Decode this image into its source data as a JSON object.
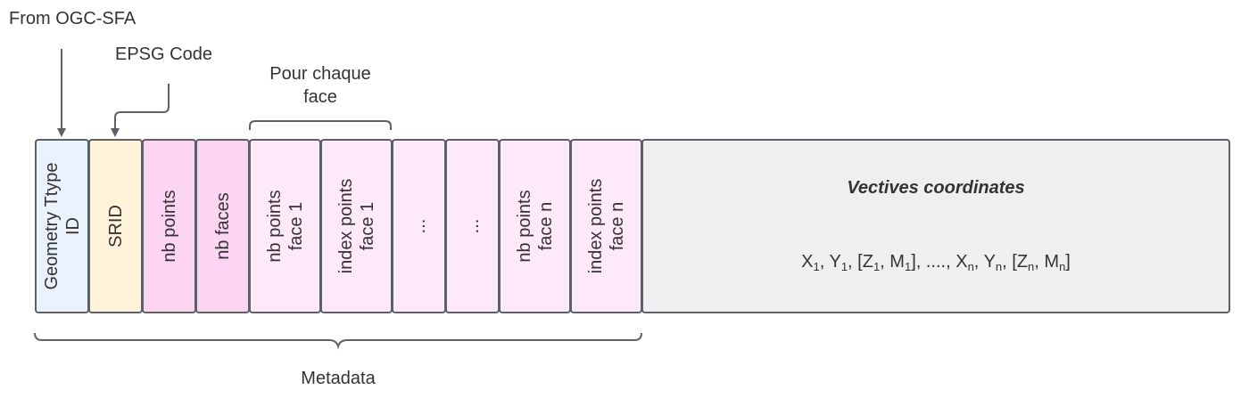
{
  "colors": {
    "geometry_type": "#eaf2fe",
    "srid": "#fff4d9",
    "nb_points": "#fcd5f2",
    "nb_faces": "#fcd5f2",
    "face_cells": "#fde9f8",
    "coordinates": "#eeeff1",
    "stroke": "#5f6066"
  },
  "labels": {
    "from_ogc": "From OGC-SFA",
    "epsg_code": "EPSG Code",
    "pour_chaque_line1": "Pour chaque",
    "pour_chaque_line2": "face",
    "metadata": "Metadata"
  },
  "cells": [
    {
      "name": "geometry-type-id-cell",
      "text": "Geometry Ttype\nID",
      "color": "#eaf2fe"
    },
    {
      "name": "srid-cell",
      "text": "SRID",
      "color": "#fff4d9"
    },
    {
      "name": "nb-points-cell",
      "text": "nb points",
      "color": "#fcd5f2"
    },
    {
      "name": "nb-faces-cell",
      "text": "nb faces",
      "color": "#fcd5f2"
    },
    {
      "name": "nb-points-face-1-cell",
      "text": "nb points\nface 1",
      "color": "#fde9f8"
    },
    {
      "name": "index-points-face-1-cell",
      "text": "index points\nface 1",
      "color": "#fde9f8"
    },
    {
      "name": "ellipsis-cell-1",
      "text": "...",
      "color": "#fde9f8"
    },
    {
      "name": "ellipsis-cell-2",
      "text": "...",
      "color": "#fde9f8"
    },
    {
      "name": "nb-points-face-n-cell",
      "text": "nb points\nface n",
      "color": "#fde9f8"
    },
    {
      "name": "index-points-face-n-cell",
      "text": "index points\nface n",
      "color": "#fde9f8"
    }
  ],
  "coordinates_box": {
    "title": "Vectives coordinates",
    "parts": [
      {
        "base": "X",
        "sub": "1"
      },
      {
        "text": ", "
      },
      {
        "base": "Y",
        "sub": "1"
      },
      {
        "text": ", ["
      },
      {
        "base": "Z",
        "sub": "1"
      },
      {
        "text": ", "
      },
      {
        "base": "M",
        "sub": "1"
      },
      {
        "text": "], ...., "
      },
      {
        "base": "X",
        "sub": "n"
      },
      {
        "text": ", "
      },
      {
        "base": "Y",
        "sub": "n"
      },
      {
        "text": ", ["
      },
      {
        "base": "Z",
        "sub": "n"
      },
      {
        "text": ", "
      },
      {
        "base": "M",
        "sub": "n"
      },
      {
        "text": "]"
      }
    ]
  }
}
